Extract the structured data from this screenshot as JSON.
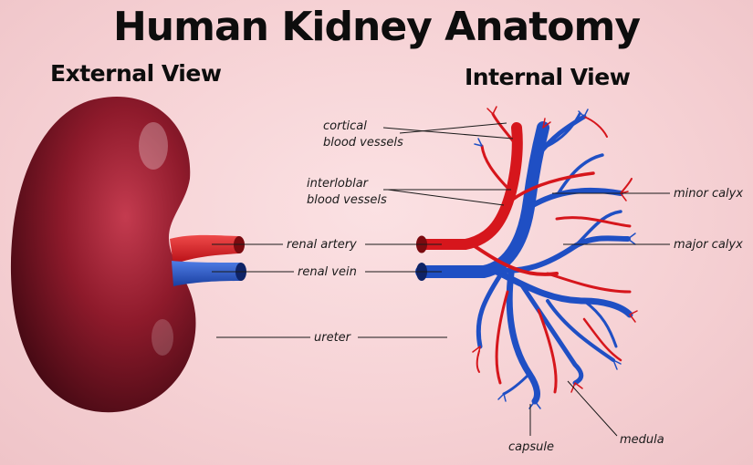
{
  "title": "Human Kidney Anatomy",
  "external_view": "External View",
  "internal_view": "Internal View",
  "labels": {
    "cortical_1": "cortical",
    "cortical_2": "blood vessels",
    "interlobar_1": "interloblar",
    "interlobar_2": "blood vessels",
    "minor_calyx": "minor calyx",
    "major_calyx": "major calyx",
    "renal_artery": "renal artery",
    "renal_vein": "renal vein",
    "ureter": "ureter",
    "capsule": "capsule",
    "medula": "medula"
  },
  "colors": {
    "background": "#f6d2d5",
    "kidney": "#8e1a2b",
    "artery": "#d6161c",
    "vein": "#1f4fc4"
  }
}
